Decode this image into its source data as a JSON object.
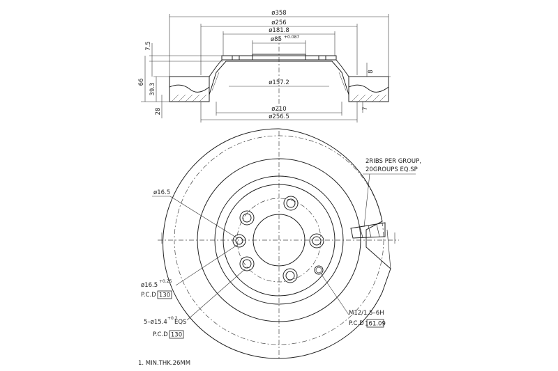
{
  "top_view": {
    "dia_358": "ø358",
    "dia_256": "ø256",
    "dia_181_8": "ø181.8",
    "dia_85": "ø85",
    "dia_85_tol": "+0.087",
    "dia_157_2": "ø157.2",
    "dia_210": "ø210",
    "dia_256_5": "ø256.5",
    "dim_7_5": "7.5",
    "dim_66": "66",
    "dim_39_3": "39.3",
    "dim_28": "28",
    "dim_8": "8",
    "dim_7": "7"
  },
  "front_view": {
    "ribs_line1": "2RIBS PER GROUP,",
    "ribs_line2": "20GROUPS EQ.SP",
    "hole_165": "ø16.5",
    "hole_165_tol": "ø16.5",
    "hole_165_tol_sup": "+0.25",
    "pcd_label_1": "P.C.D",
    "pcd_value_1": "130",
    "bolt_label": "5–ø15.4",
    "bolt_tol_sup": "+0.2",
    "bolt_suffix": "EQS",
    "pcd_label_2": "P.C.D",
    "pcd_value_2": "130",
    "thread_label": "M12/1.5–6H",
    "pcd_label_3": "P.C.D",
    "pcd_value_3": "161.09"
  },
  "notes": {
    "note_1": "1. MIN.THK.26MM"
  }
}
